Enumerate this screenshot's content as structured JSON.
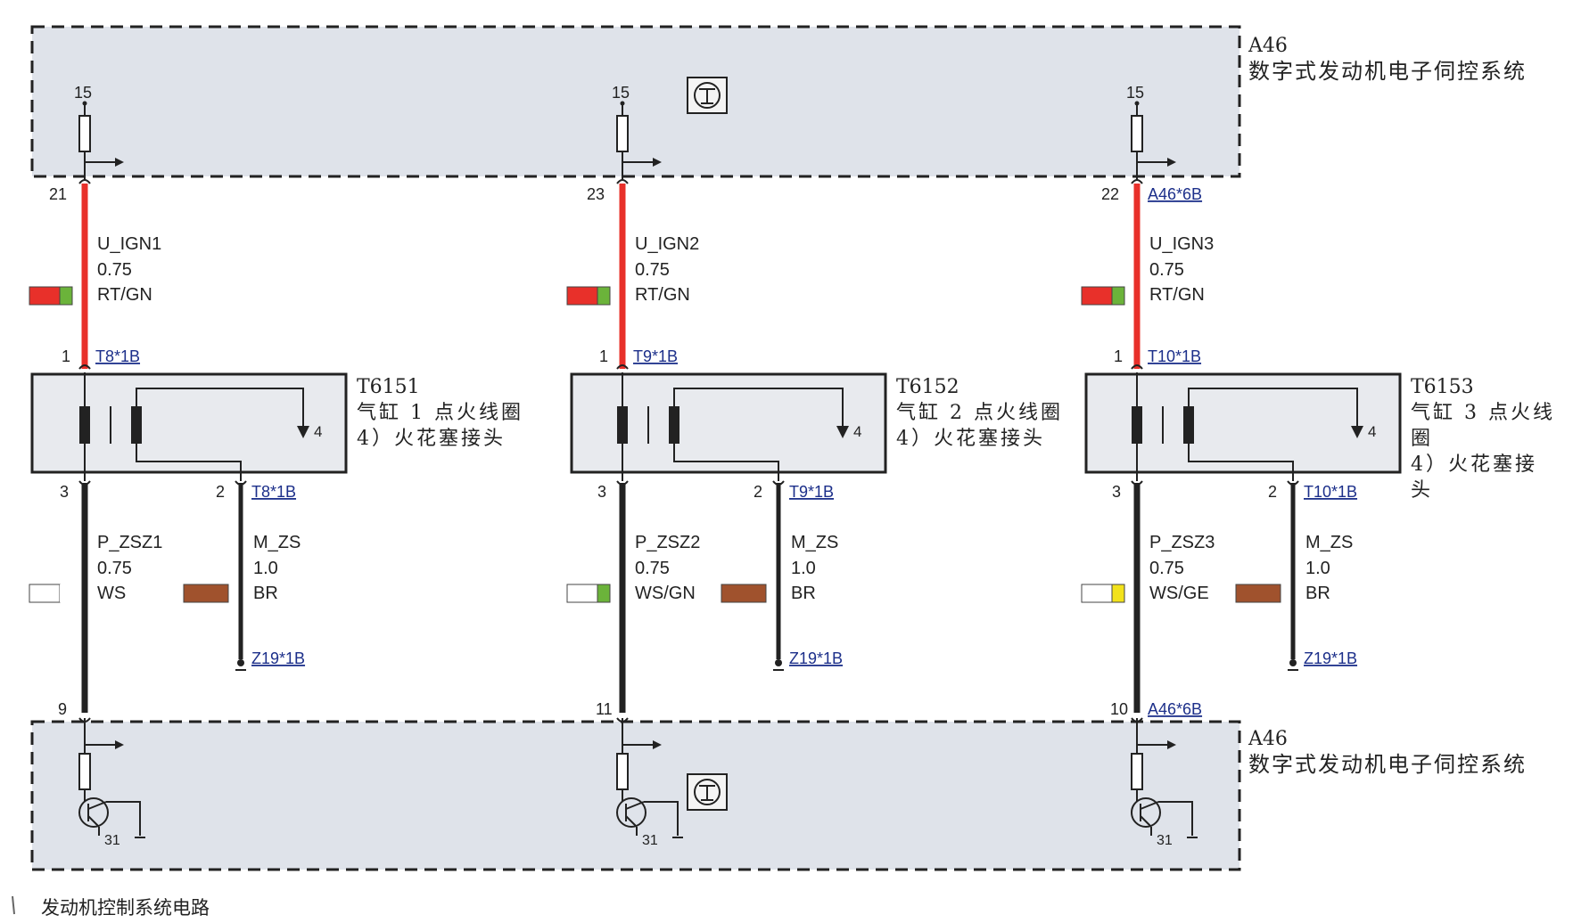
{
  "ecu_top": {
    "id": "A46",
    "name": "数字式发动机电子伺控系统"
  },
  "ecu_bottom": {
    "id": "A46",
    "name": "数字式发动机电子伺控系统"
  },
  "footer": {
    "caption": "发动机控制系统电路"
  },
  "circuits": [
    {
      "supply_terminal": "15",
      "pin_top_ecu": "21",
      "top_connector": "",
      "upper_signal": "U_IGN1",
      "upper_size": "0.75",
      "upper_color": "RT/GN",
      "upper_swatch": [
        "#e8302a",
        "#6bb33a"
      ],
      "coil_pin1": "1",
      "coil_connector_in": "T8*1B",
      "coil_id": "T6151",
      "coil_name_lines": [
        "气缸 1 点火线圈",
        "4）火花塞接头"
      ],
      "coil_out_pin": "4",
      "coil_pin3": "3",
      "coil_pin2": "2",
      "coil_connector_out": "T8*1B",
      "lower_signal": "P_ZSZ1",
      "lower_size": "0.75",
      "lower_color": "WS",
      "lower_swatch": [
        "#ffffff",
        "#ffffff"
      ],
      "ground_signal": "M_ZS",
      "ground_size": "1.0",
      "ground_color": "BR",
      "ground_swatch": "#a0522d",
      "ground_point": "Z19*1B",
      "pin_bottom_ecu": "9",
      "bottom_connector": "",
      "ground_terminal": "31"
    },
    {
      "supply_terminal": "15",
      "pin_top_ecu": "23",
      "top_connector": "",
      "upper_signal": "U_IGN2",
      "upper_size": "0.75",
      "upper_color": "RT/GN",
      "upper_swatch": [
        "#e8302a",
        "#6bb33a"
      ],
      "coil_pin1": "1",
      "coil_connector_in": "T9*1B",
      "coil_id": "T6152",
      "coil_name_lines": [
        "气缸 2 点火线圈",
        "4）火花塞接头"
      ],
      "coil_out_pin": "4",
      "coil_pin3": "3",
      "coil_pin2": "2",
      "coil_connector_out": "T9*1B",
      "lower_signal": "P_ZSZ2",
      "lower_size": "0.75",
      "lower_color": "WS/GN",
      "lower_swatch": [
        "#ffffff",
        "#6bb33a"
      ],
      "ground_signal": "M_ZS",
      "ground_size": "1.0",
      "ground_color": "BR",
      "ground_swatch": "#a0522d",
      "ground_point": "Z19*1B",
      "pin_bottom_ecu": "11",
      "bottom_connector": "",
      "ground_terminal": "31"
    },
    {
      "supply_terminal": "15",
      "pin_top_ecu": "22",
      "top_connector": "A46*6B",
      "upper_signal": "U_IGN3",
      "upper_size": "0.75",
      "upper_color": "RT/GN",
      "upper_swatch": [
        "#e8302a",
        "#6bb33a"
      ],
      "coil_pin1": "1",
      "coil_connector_in": "T10*1B",
      "coil_id": "T6153",
      "coil_name_lines": [
        "气缸 3 点火线",
        "圈",
        "4）火花塞接",
        "头"
      ],
      "coil_out_pin": "4",
      "coil_pin3": "3",
      "coil_pin2": "2",
      "coil_connector_out": "T10*1B",
      "lower_signal": "P_ZSZ3",
      "lower_size": "0.75",
      "lower_color": "WS/GE",
      "lower_swatch": [
        "#ffffff",
        "#f2e21b"
      ],
      "ground_signal": "M_ZS",
      "ground_size": "1.0",
      "ground_color": "BR",
      "ground_swatch": "#a0522d",
      "ground_point": "Z19*1B",
      "pin_bottom_ecu": "10",
      "bottom_connector": "A46*6B",
      "ground_terminal": "31"
    }
  ],
  "colors": {
    "wire_supply": "#e8302a",
    "wire_signal": "#222222",
    "ecu_fill": "#dfe3ea",
    "coil_fill": "#e8eaee",
    "link": "#1c2f8a"
  }
}
